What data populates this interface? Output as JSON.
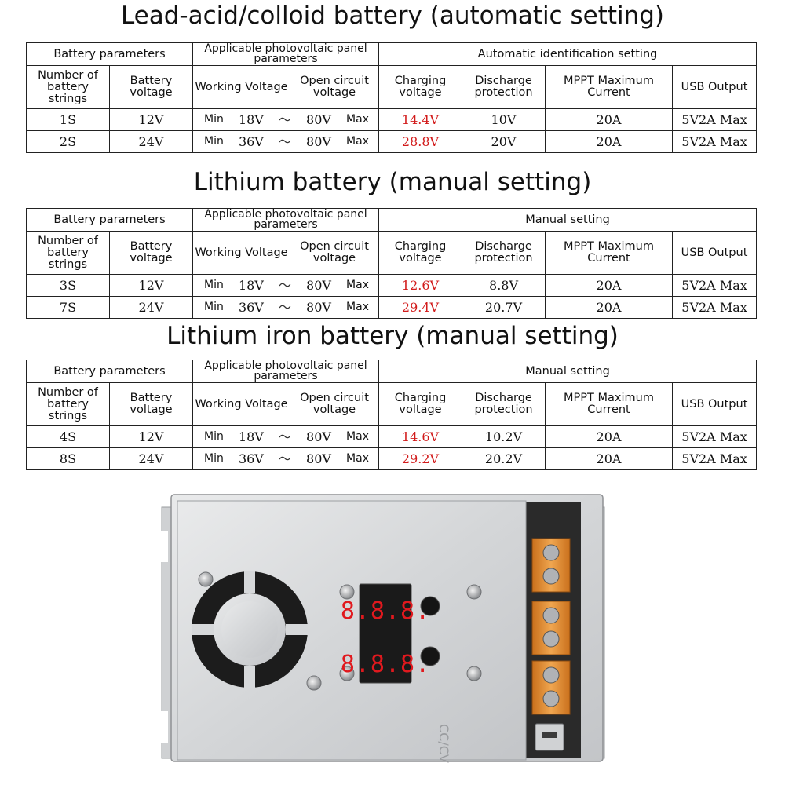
{
  "tables": [
    {
      "title": "Lead-acid/colloid battery (automatic setting)",
      "group_battery": "Battery parameters",
      "group_pv": "Applicable photovoltaic panel parameters",
      "group_setting": "Automatic identification setting",
      "col_strings": "Number of battery strings",
      "col_voltage": "Battery voltage",
      "col_working": "Working Voltage",
      "col_open": "Open circuit voltage",
      "col_charging": "Charging voltage",
      "col_discharge": "Discharge protection",
      "col_mppt": "MPPT Maximum Current",
      "col_usb": "USB Output",
      "rows": [
        {
          "strings": "1S",
          "voltage": "12V",
          "min_label": "Min",
          "pv_min": "18V",
          "tilde": "～",
          "pv_max": "80V",
          "max_label": "Max",
          "charging": "14.4V",
          "discharge": "10V",
          "mppt": "20A",
          "usb": "5V2A Max"
        },
        {
          "strings": "2S",
          "voltage": "24V",
          "min_label": "Min",
          "pv_min": "36V",
          "tilde": "～",
          "pv_max": "80V",
          "max_label": "Max",
          "charging": "28.8V",
          "discharge": "20V",
          "mppt": "20A",
          "usb": "5V2A Max"
        }
      ]
    },
    {
      "title": "Lithium battery (manual setting)",
      "group_battery": "Battery parameters",
      "group_pv": "Applicable photovoltaic panel parameters",
      "group_setting": "Manual setting",
      "col_strings": "Number of battery strings",
      "col_voltage": "Battery voltage",
      "col_working": "Working Voltage",
      "col_open": "Open circuit voltage",
      "col_charging": "Charging voltage",
      "col_discharge": "Discharge protection",
      "col_mppt": "MPPT Maximum Current",
      "col_usb": "USB Output",
      "rows": [
        {
          "strings": "3S",
          "voltage": "12V",
          "min_label": "Min",
          "pv_min": "18V",
          "tilde": "～",
          "pv_max": "80V",
          "max_label": "Max",
          "charging": "12.6V",
          "discharge": "8.8V",
          "mppt": "20A",
          "usb": "5V2A Max"
        },
        {
          "strings": "7S",
          "voltage": "24V",
          "min_label": "Min",
          "pv_min": "36V",
          "tilde": "～",
          "pv_max": "80V",
          "max_label": "Max",
          "charging": "29.4V",
          "discharge": "20.7V",
          "mppt": "20A",
          "usb": "5V2A Max"
        }
      ]
    },
    {
      "title": "Lithium iron battery (manual setting)",
      "group_battery": "Battery parameters",
      "group_pv": "Applicable photovoltaic panel parameters",
      "group_setting": "Manual setting",
      "col_strings": "Number of battery strings",
      "col_voltage": "Battery voltage",
      "col_working": "Working Voltage",
      "col_open": "Open circuit voltage",
      "col_charging": "Charging voltage",
      "col_discharge": "Discharge protection",
      "col_mppt": "MPPT Maximum Current",
      "col_usb": "USB Output",
      "rows": [
        {
          "strings": "4S",
          "voltage": "12V",
          "min_label": "Min",
          "pv_min": "18V",
          "tilde": "～",
          "pv_max": "80V",
          "max_label": "Max",
          "charging": "14.6V",
          "discharge": "10.2V",
          "mppt": "20A",
          "usb": "5V2A Max"
        },
        {
          "strings": "8S",
          "voltage": "24V",
          "min_label": "Min",
          "pv_min": "36V",
          "tilde": "～",
          "pv_max": "80V",
          "max_label": "Max",
          "charging": "29.2V",
          "discharge": "20.2V",
          "mppt": "20A",
          "usb": "5V2A Max"
        }
      ]
    }
  ],
  "product_photo": {
    "display_digits": "8.8.8.",
    "panel_text": "CC/CV",
    "colors": {
      "housing": "#d9dadb",
      "terminal": "#e08a2c",
      "display_red": "#e0191e",
      "text_red": "#d21b1b"
    }
  }
}
